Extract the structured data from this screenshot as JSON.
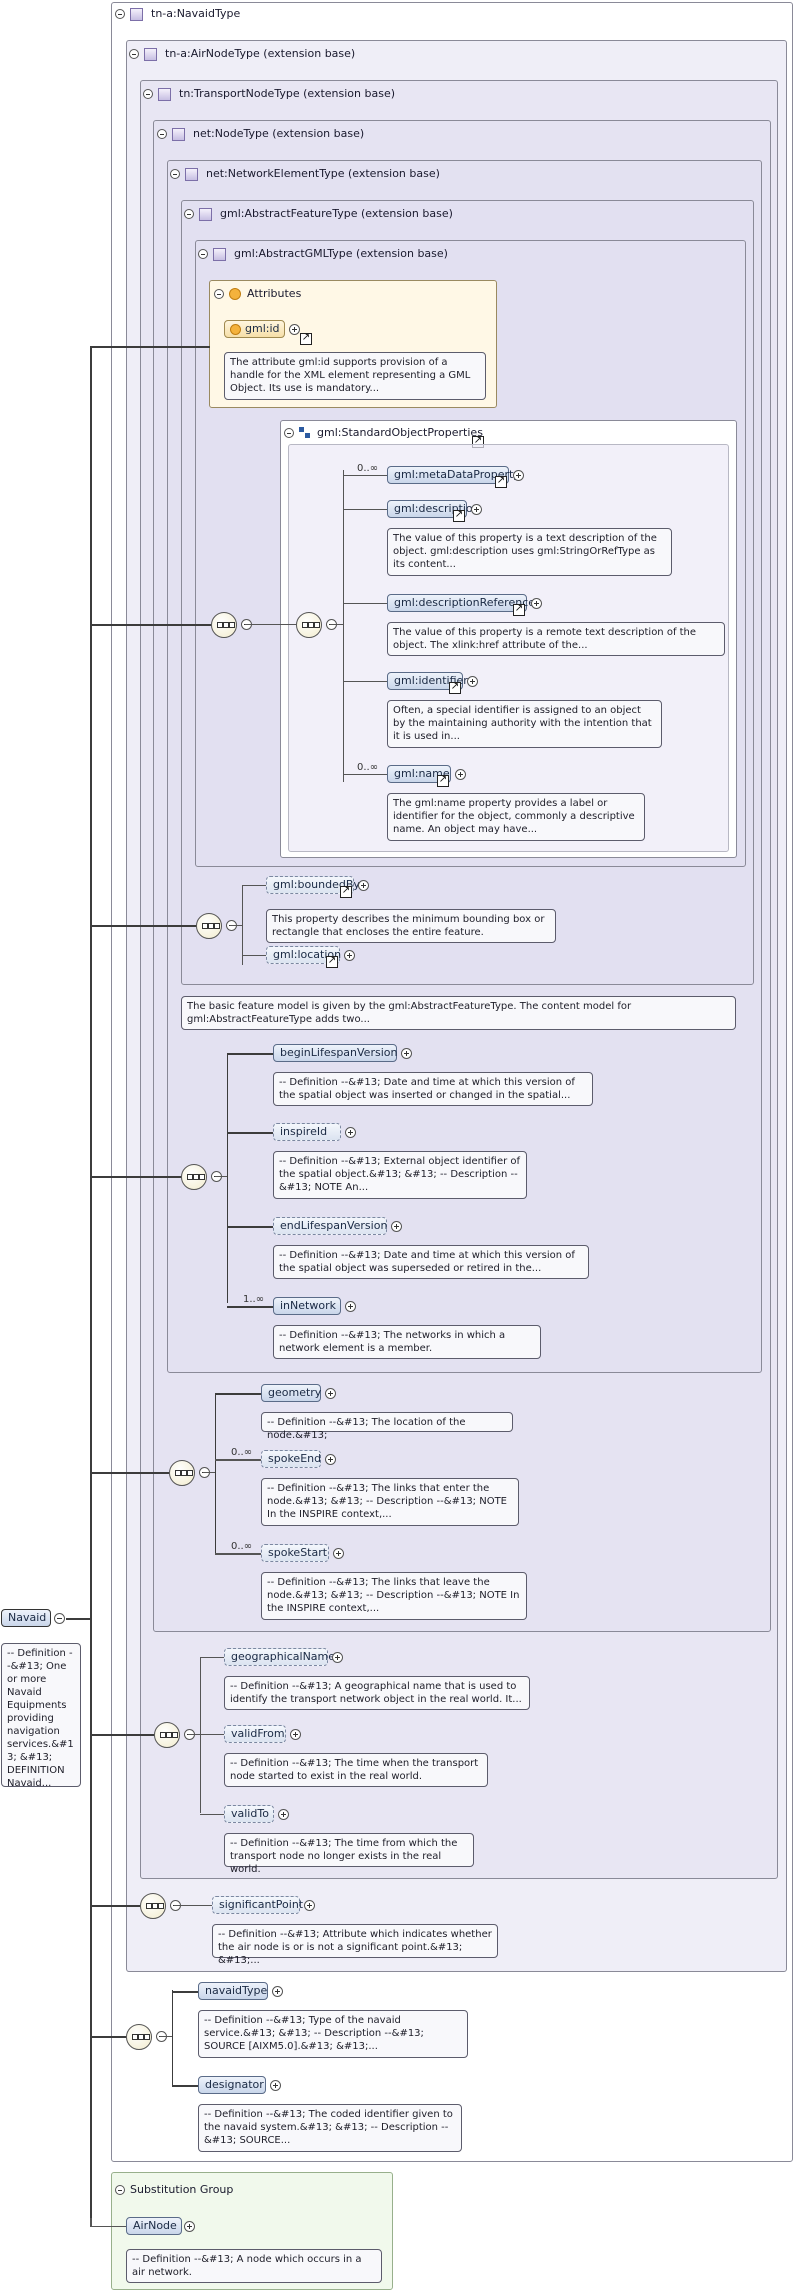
{
  "root_element": {
    "name": "Navaid",
    "doc": "-- Definition --&#13; One or more Navaid Equipments providing navigation services.&#13; &#13; DEFINITION Navaid..."
  },
  "types": {
    "navaid": "tn-a:NavaidType",
    "air_node": "tn-a:AirNodeType (extension base)",
    "transport_node": "tn:TransportNodeType (extension base)",
    "node": "net:NodeType (extension base)",
    "network_element": "net:NetworkElementType (extension base)",
    "abstract_feature": "gml:AbstractFeatureType (extension base)",
    "abstract_gml": "gml:AbstractGMLType (extension base)"
  },
  "attributes": {
    "title": "Attributes",
    "gml_id": "gml:id",
    "gml_id_doc": "The attribute gml:id supports provision of a handle for the XML element representing a GML Object. Its use is mandatory..."
  },
  "standard_object_properties": {
    "title": "gml:StandardObjectProperties",
    "elements": [
      {
        "name": "gml:metaDataProperty",
        "occurs": "0..∞"
      },
      {
        "name": "gml:description",
        "doc": "The value of this property is a text description of the object. gml:description uses gml:StringOrRefType as its content..."
      },
      {
        "name": "gml:descriptionReference",
        "doc": "The value of this property is a remote text description of the object. The xlink:href attribute of the..."
      },
      {
        "name": "gml:identifier",
        "doc": "Often, a special identifier is assigned to an object by the maintaining authority with the intention that it is used in..."
      },
      {
        "name": "gml:name",
        "occurs": "0..∞",
        "doc": "The gml:name property provides a label or identifier for the object, commonly a descriptive name. An object may have..."
      }
    ]
  },
  "feature_elements": [
    {
      "name": "gml:boundedBy",
      "doc": "This property describes the minimum bounding box or rectangle that encloses the entire feature."
    },
    {
      "name": "gml:location"
    }
  ],
  "feature_doc": "The basic feature model is given by the gml:AbstractFeatureType. The content model for gml:AbstractFeatureType adds two...",
  "network_element_elements": [
    {
      "name": "beginLifespanVersion",
      "doc": "-- Definition --&#13; Date and time at which this version of the spatial object was inserted or changed in the spatial..."
    },
    {
      "name": "inspireId",
      "doc": "-- Definition --&#13; External object identifier of the spatial object.&#13; &#13; -- Description --&#13; NOTE An..."
    },
    {
      "name": "endLifespanVersion",
      "doc": "-- Definition --&#13; Date and time at which this version of the spatial object was superseded or retired in the..."
    },
    {
      "name": "inNetwork",
      "occurs": "1..∞",
      "doc": "-- Definition --&#13; The networks in which a network element is a member."
    }
  ],
  "node_elements": [
    {
      "name": "geometry",
      "doc": "-- Definition --&#13; The location of the node.&#13;"
    },
    {
      "name": "spokeEnd",
      "occurs": "0..∞",
      "doc": "-- Definition --&#13; The links that enter the node.&#13; &#13; -- Description --&#13; NOTE In the INSPIRE context,..."
    },
    {
      "name": "spokeStart",
      "occurs": "0..∞",
      "doc": "-- Definition --&#13; The links that leave the node.&#13; &#13; -- Description --&#13; NOTE In the INSPIRE context,..."
    }
  ],
  "transport_node_elements": [
    {
      "name": "geographicalName",
      "doc": "-- Definition --&#13; A geographical name that is used to identify the transport network object in the real world. It..."
    },
    {
      "name": "validFrom",
      "doc": "-- Definition --&#13; The time when the transport node started to exist in the real world."
    },
    {
      "name": "validTo",
      "doc": "-- Definition --&#13; The time from which the transport node no longer exists in the real world."
    }
  ],
  "air_node_elements": [
    {
      "name": "significantPoint",
      "doc": "-- Definition --&#13; Attribute which indicates whether the air node is or is not a significant point.&#13; &#13;..."
    }
  ],
  "navaid_elements": [
    {
      "name": "navaidType",
      "doc": "-- Definition --&#13; Type of the navaid service.&#13; &#13; -- Description --&#13; SOURCE [AIXM5.0].&#13; &#13;..."
    },
    {
      "name": "designator",
      "doc": "-- Definition --&#13; The coded identifier given to the navaid system.&#13; &#13; -- Description --&#13; SOURCE..."
    }
  ],
  "substitution_group": {
    "title": "Substitution Group",
    "element": "AirNode",
    "doc": "-- Definition --&#13; A node which occurs in a air network."
  }
}
